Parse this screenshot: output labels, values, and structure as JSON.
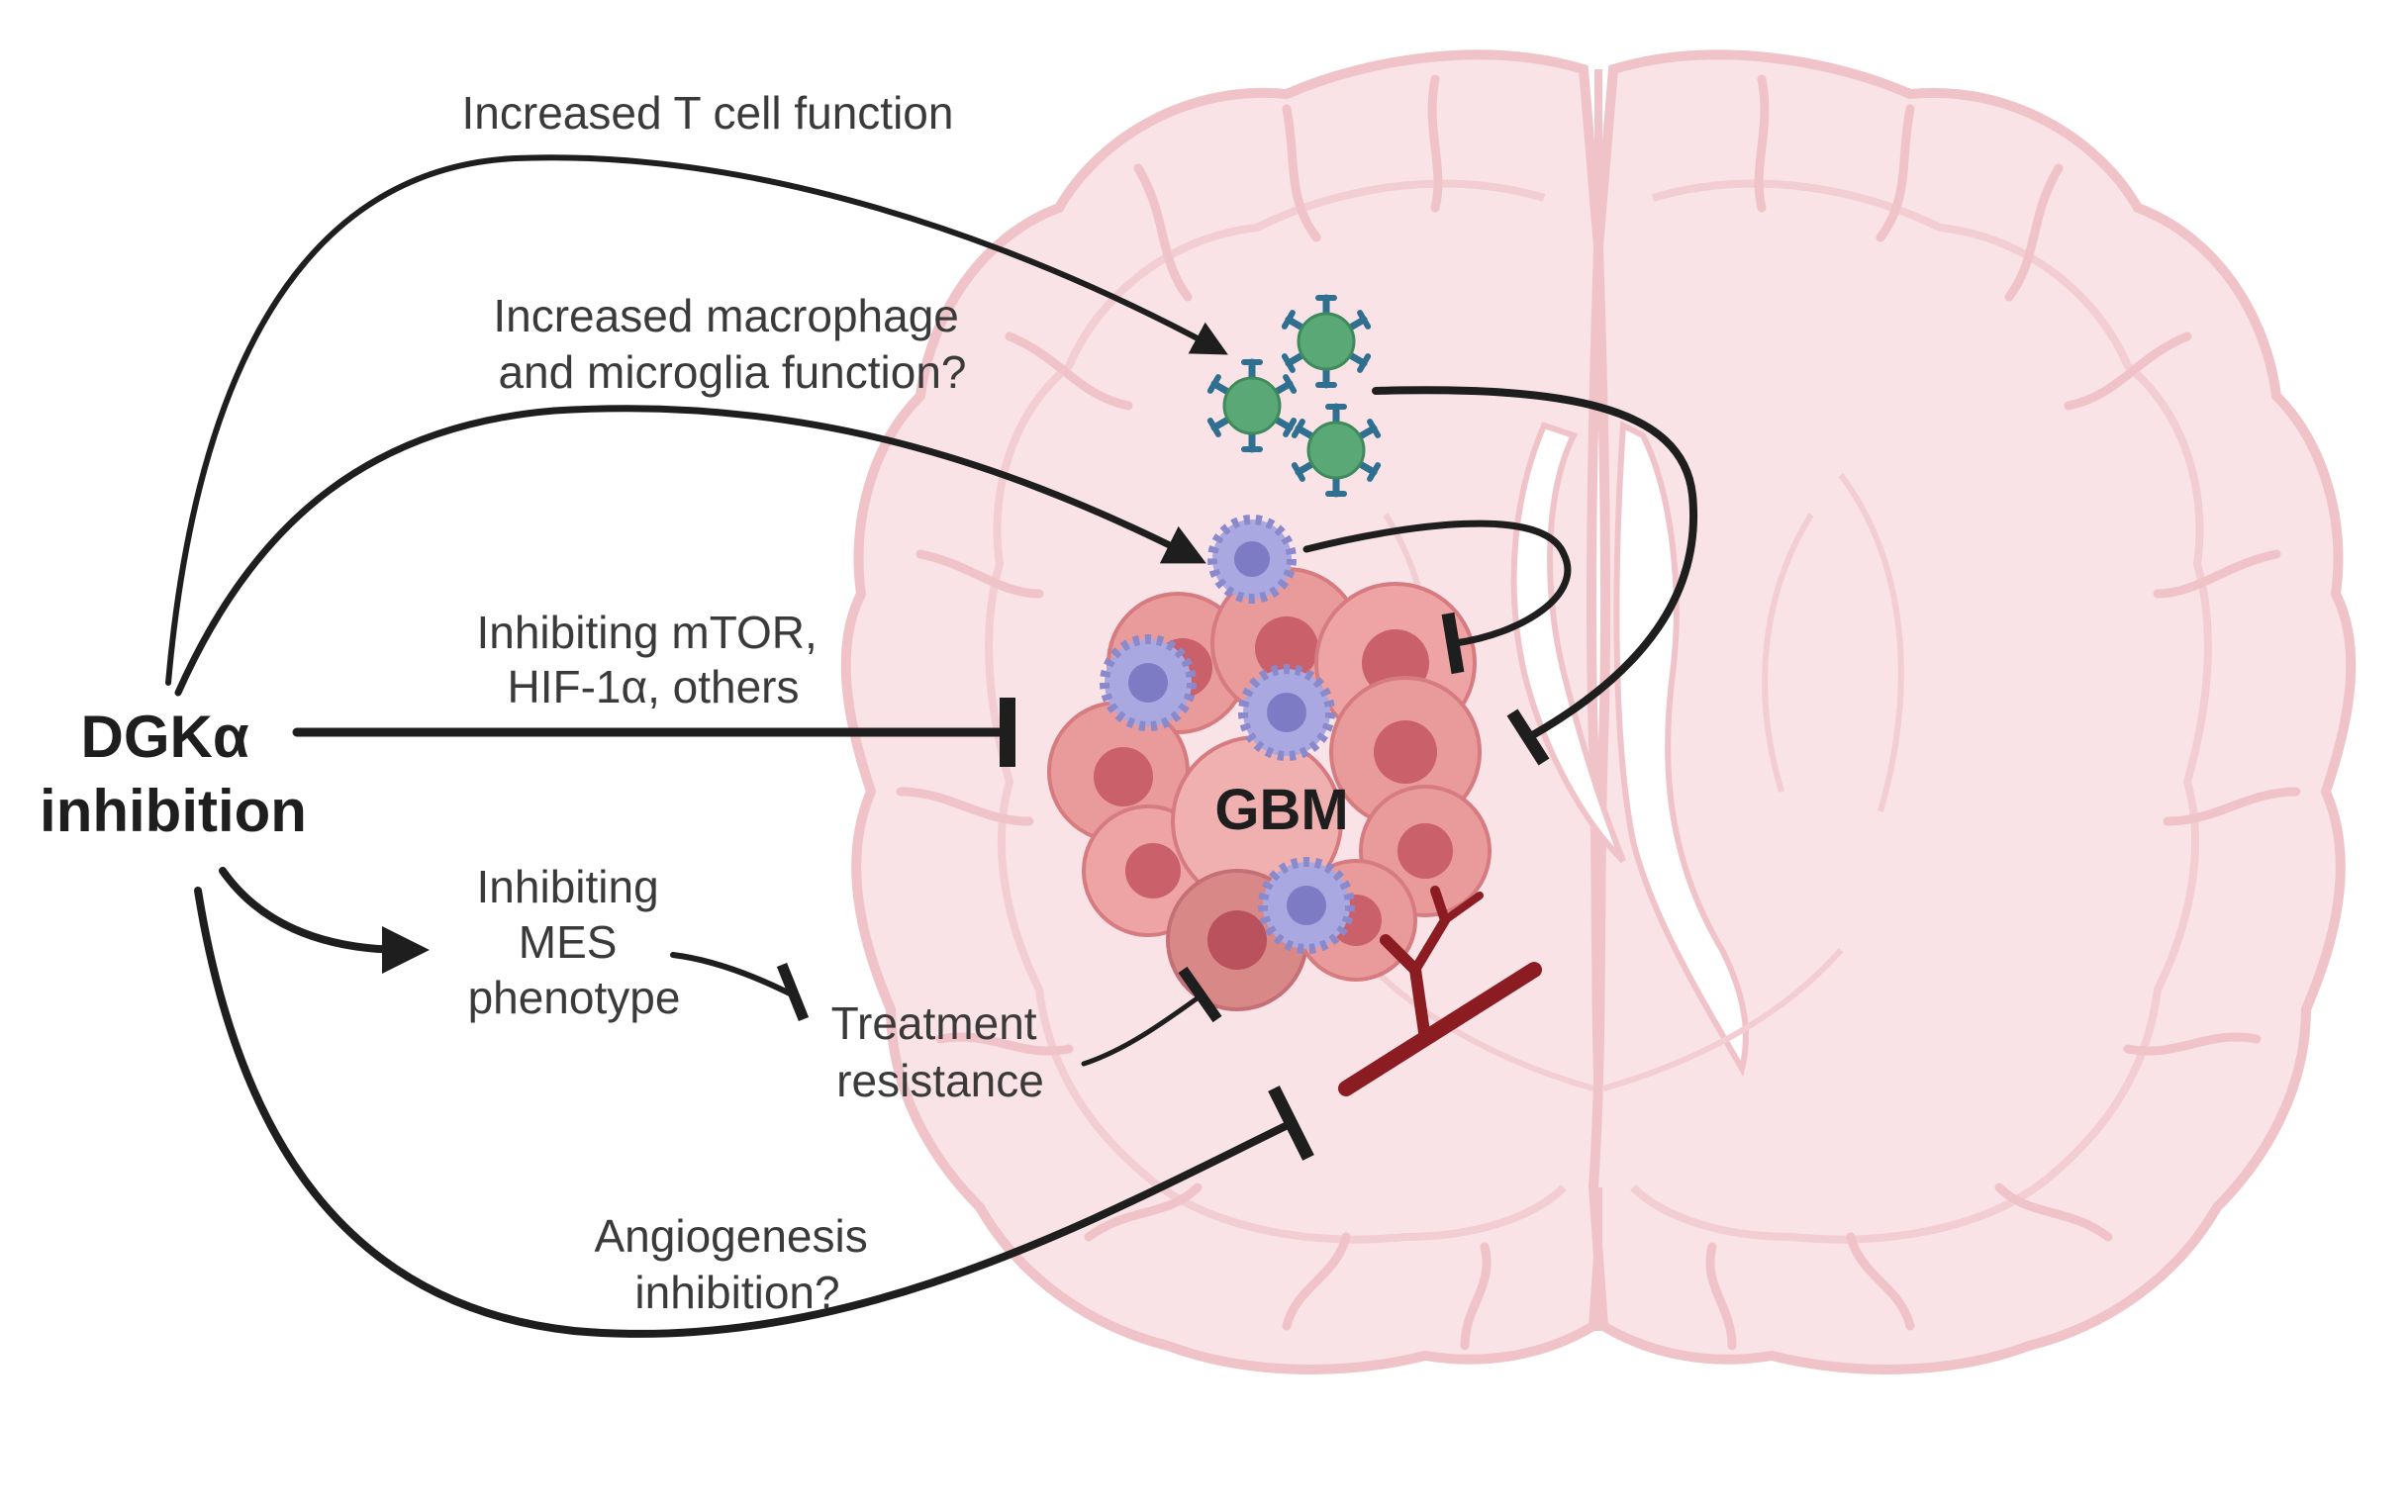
{
  "source": {
    "line1": "DGKα",
    "line2": "inhibition"
  },
  "tumor_label": "GBM",
  "effects": {
    "t_cell": "Increased T cell function",
    "macrophage": {
      "line1": "Increased macrophage",
      "line2": "and microglia function?"
    },
    "mtor": {
      "line1": "Inhibiting mTOR,",
      "line2": "HIF-1α, others"
    },
    "mes": {
      "line1": "Inhibiting",
      "line2": "MES",
      "line3": "phenotype"
    },
    "resistance": {
      "line1": "Treatment",
      "line2": "resistance"
    },
    "angiogenesis": {
      "line1": "Angiogenesis",
      "line2": "inhibition?"
    }
  },
  "colors": {
    "brain_fill": "#f9e3e6",
    "brain_outline": "#f0c3c9",
    "tcell": "#5aa876",
    "tcell_spike": "#2f6f8f",
    "macrophage": "#a9a8e0",
    "tumor_cell": "#e99a9a",
    "tumor_nucleus": "#c9606a",
    "vessel": "#8b1c22",
    "arrow": "#1e1e1e",
    "text": "#3a3a3a"
  }
}
